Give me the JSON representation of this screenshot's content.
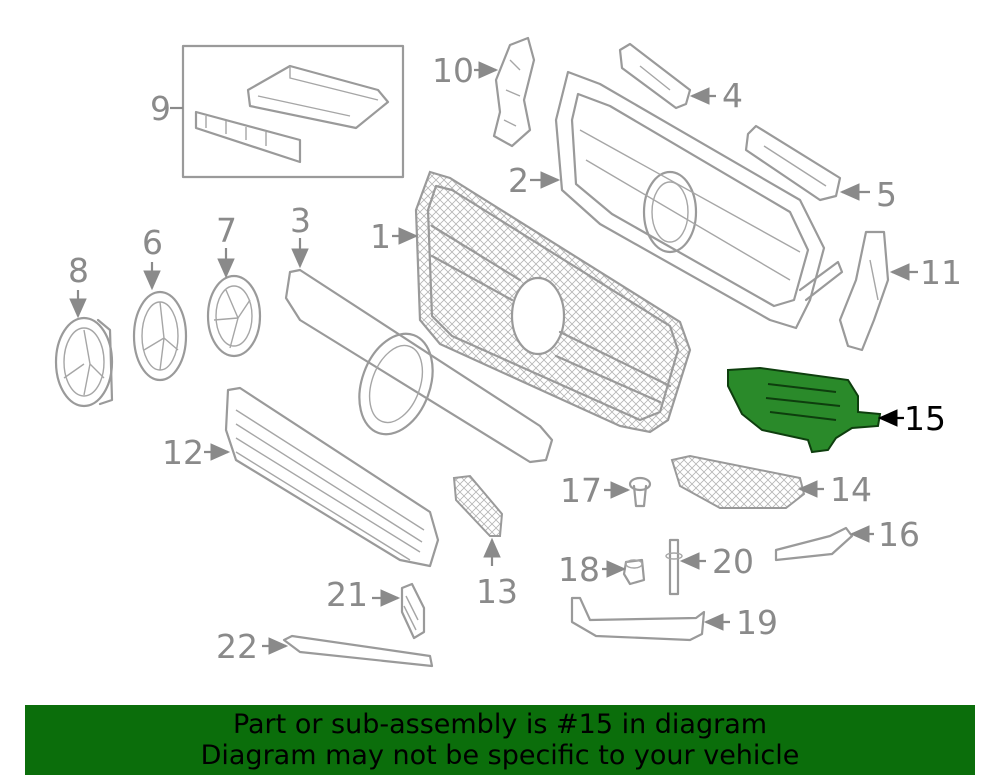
{
  "diagram": {
    "highlighted_part": "15",
    "highlight_color": "#1f7a1f",
    "callouts": [
      "1",
      "2",
      "3",
      "4",
      "5",
      "6",
      "7",
      "8",
      "9",
      "10",
      "11",
      "12",
      "13",
      "14",
      "15",
      "16",
      "17",
      "18",
      "19",
      "20",
      "21",
      "22"
    ]
  },
  "banner": {
    "line1": "Part or sub-assembly is #15 in diagram",
    "line2": "Diagram may not be specific to your vehicle",
    "background": "#0b6e0b"
  }
}
